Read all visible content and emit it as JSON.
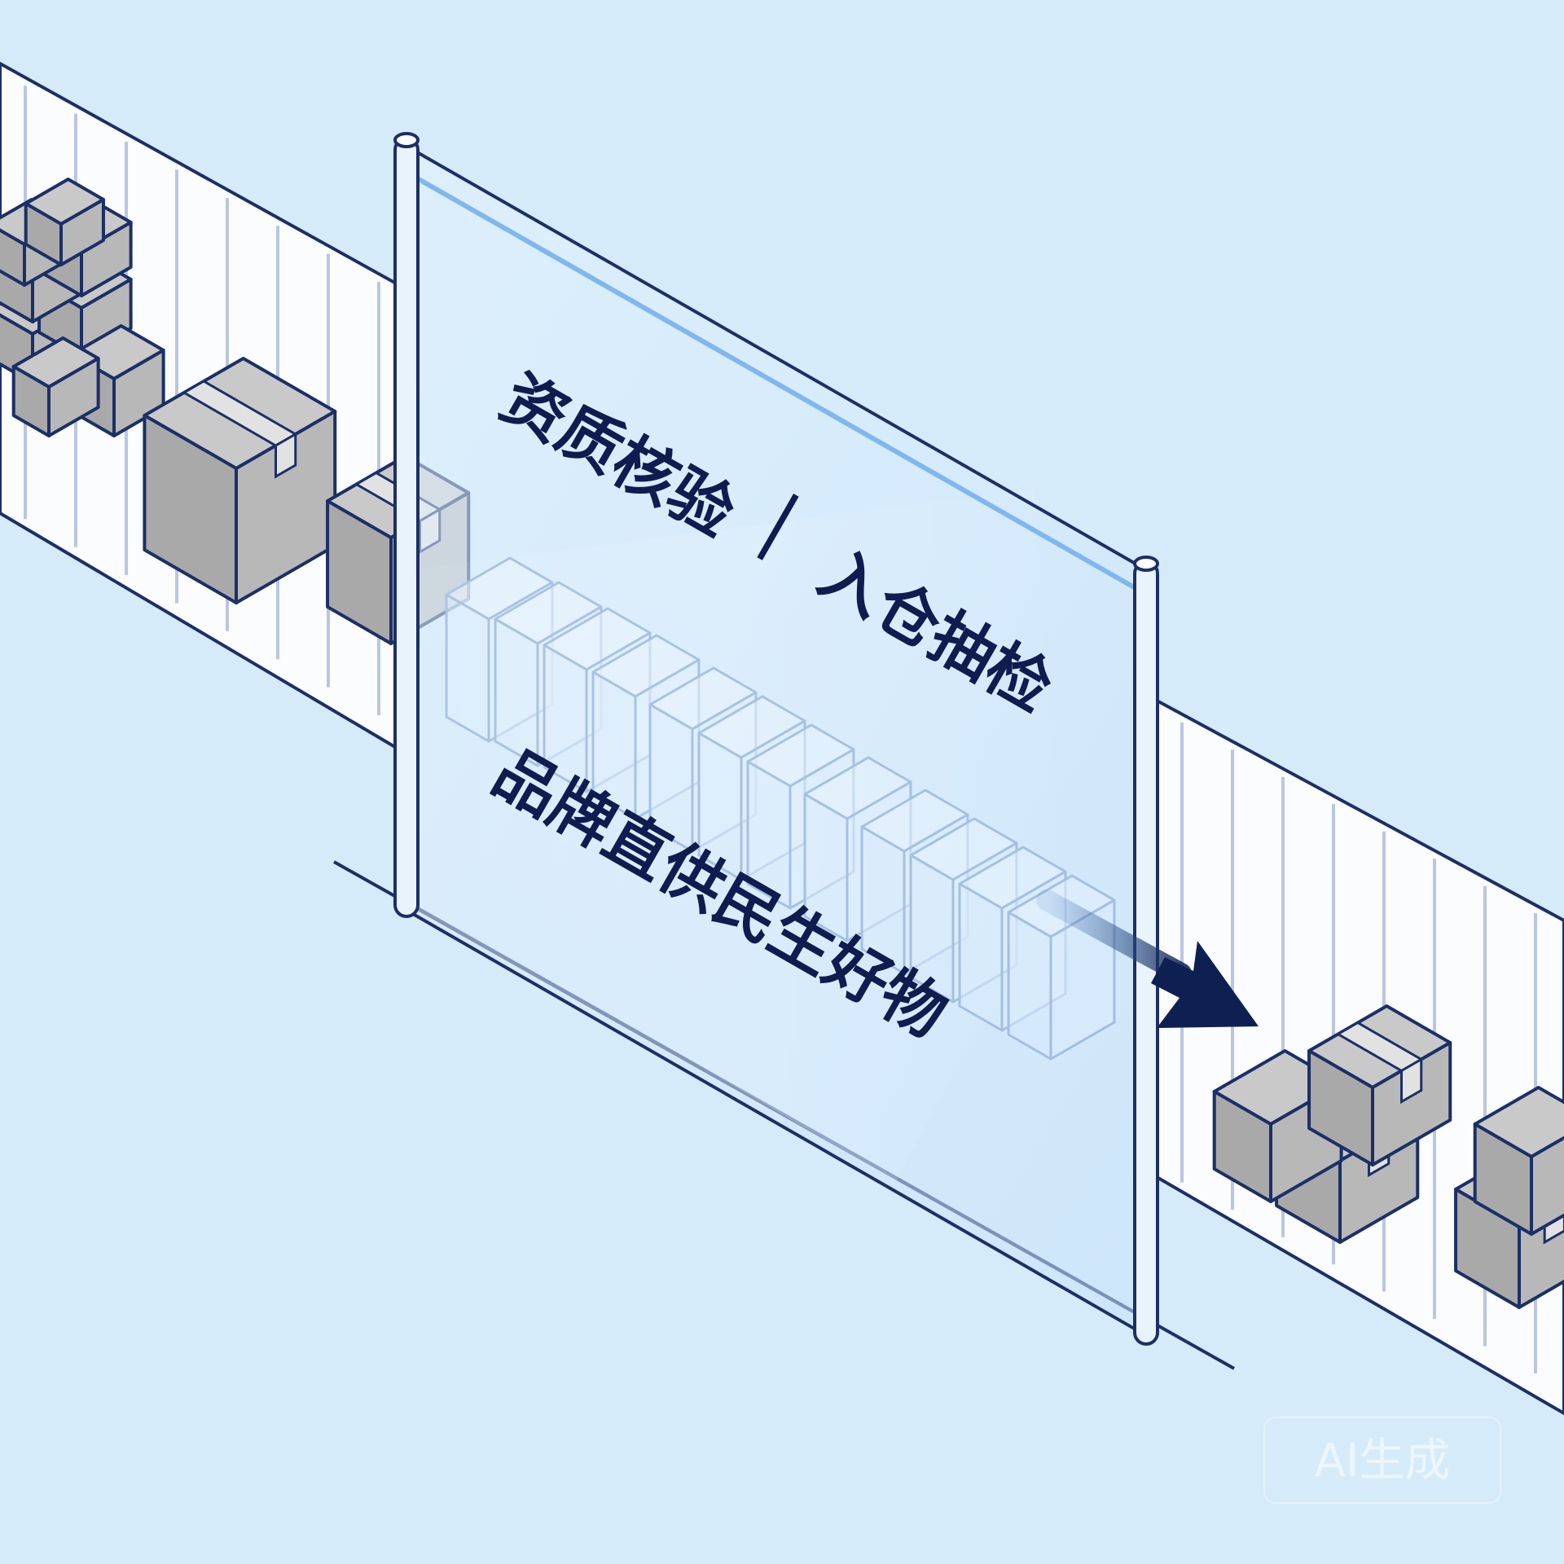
{
  "illustration": {
    "headline_part1": "资质核验",
    "divider": "|",
    "headline_part2": "入仓抽检",
    "tagline": "品牌直供民生好物",
    "watermark": "AI生成"
  },
  "colors": {
    "background": "#d6ebfa",
    "belt": "#fbfcfe",
    "belt_stripes": "#b9c6e2",
    "outline": "#1c2f66",
    "box_top": "#c9c9c9",
    "box_left": "#a9a9a9",
    "box_right": "#b8b8b8",
    "glass": "#cfe7fb",
    "arrow": "#0e2052",
    "text": "#0e1c4f"
  },
  "icons": {
    "arrow": "arrow-right-down-icon",
    "box": "cardboard-box-icon"
  }
}
